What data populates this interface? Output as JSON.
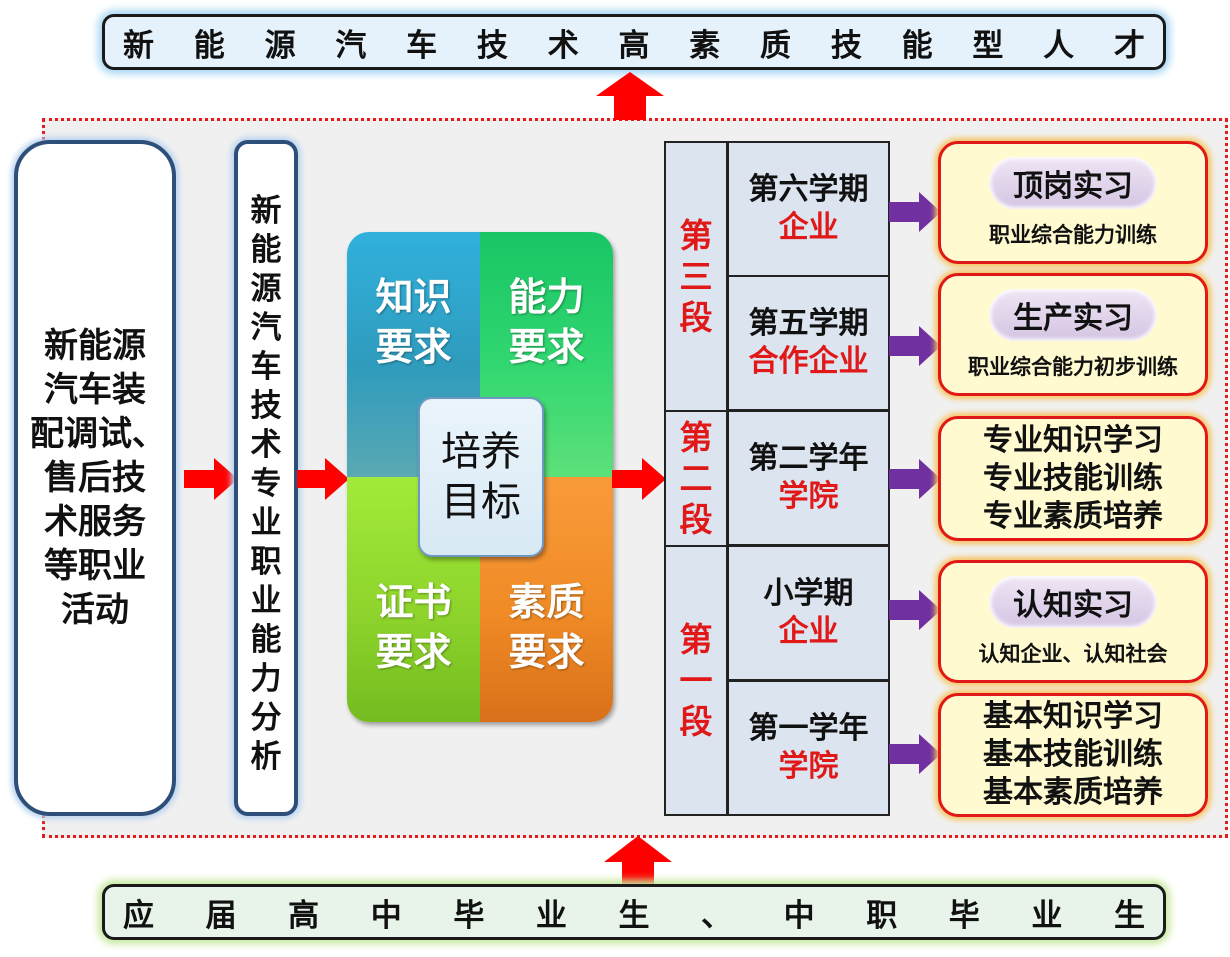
{
  "top_banner": {
    "chars": [
      "新",
      "能",
      "源",
      "汽",
      "车",
      "技",
      "术",
      "高",
      "素",
      "质",
      "技",
      "能",
      "型",
      "人",
      "才"
    ]
  },
  "bottom_banner": {
    "chars": [
      "应",
      "届",
      "高",
      "中",
      "毕",
      "业",
      "生",
      "、",
      "中",
      "职",
      "毕",
      "业",
      "生"
    ]
  },
  "left_box": {
    "lines": [
      "新能源",
      "汽车装",
      "配调试、",
      "售后技",
      "术服务",
      "等职业",
      "活动"
    ]
  },
  "analysis_box": {
    "text": "新能源汽车技术专业职业能力分析"
  },
  "quadrants": {
    "knowledge": [
      "知识",
      "要求"
    ],
    "ability": [
      "能力",
      "要求"
    ],
    "certificate": [
      "证书",
      "要求"
    ],
    "quality": [
      "素质",
      "要求"
    ],
    "center": [
      "培养",
      "目标"
    ]
  },
  "stages": [
    {
      "label": "第三段"
    },
    {
      "label": "第二段"
    },
    {
      "label": "第一段"
    }
  ],
  "terms": [
    {
      "term": "第六学期",
      "place": "企业"
    },
    {
      "term": "第五学期",
      "place": "合作企业"
    },
    {
      "term": "第二学年",
      "place": "学院"
    },
    {
      "term": "小学期",
      "place": "企业"
    },
    {
      "term": "第一学年",
      "place": "学院"
    }
  ],
  "activities": [
    {
      "title": "顶岗实习",
      "desc": "职业综合能力训练"
    },
    {
      "title": "生产实习",
      "desc": "职业综合能力初步训练"
    },
    {
      "lines": [
        "专业知识学习",
        "专业技能训练",
        "专业素质培养"
      ]
    },
    {
      "title": "认知实习",
      "desc": "认知企业、认知社会"
    },
    {
      "lines": [
        "基本知识学习",
        "基本技能训练",
        "基本素质培养"
      ]
    }
  ],
  "colors": {
    "red": "#e01818",
    "purple": "#7030a0",
    "frame": "#e51b1b"
  }
}
